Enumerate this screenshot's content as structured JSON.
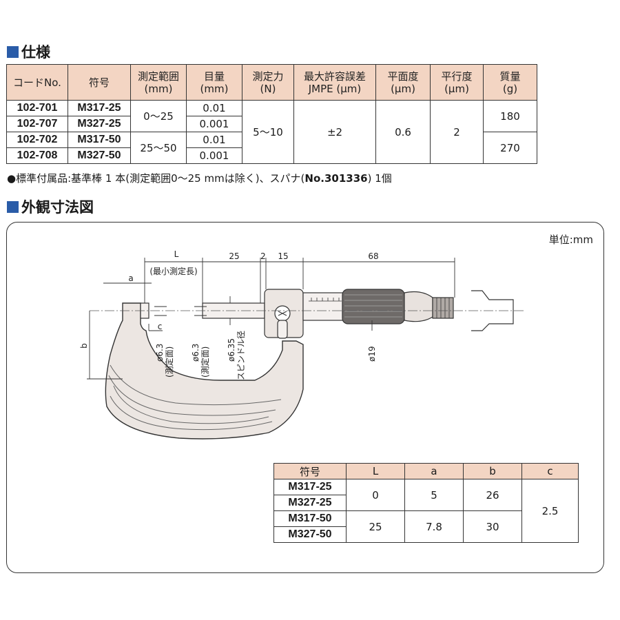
{
  "sections": {
    "spec": "仕様",
    "dims": "外観寸法図"
  },
  "spec_table": {
    "headers": [
      {
        "l1": "コードNo.",
        "l2": ""
      },
      {
        "l1": "符号",
        "l2": ""
      },
      {
        "l1": "測定範囲",
        "l2": "(mm)"
      },
      {
        "l1": "目量",
        "l2": "(mm)"
      },
      {
        "l1": "測定力",
        "l2": "(N)"
      },
      {
        "l1": "最大許容誤差",
        "l2": "JMPE (μm)"
      },
      {
        "l1": "平面度",
        "l2": "(μm)"
      },
      {
        "l1": "平行度",
        "l2": "(μm)"
      },
      {
        "l1": "質量",
        "l2": "(g)"
      }
    ],
    "rows": [
      {
        "code": "102-701",
        "symbol": "M317-25",
        "grad": "0.01"
      },
      {
        "code": "102-707",
        "symbol": "M327-25",
        "grad": "0.001"
      },
      {
        "code": "102-702",
        "symbol": "M317-50",
        "grad": "0.01"
      },
      {
        "code": "102-708",
        "symbol": "M327-50",
        "grad": "0.001"
      }
    ],
    "range_a": "0〜25",
    "range_b": "25〜50",
    "force": "5〜10",
    "error": "±2",
    "flatness": "0.6",
    "parallelism": "2",
    "mass_a": "180",
    "mass_b": "270"
  },
  "note": {
    "prefix": "●標準付属品:基準棒 1 本(測定範囲0〜25 mmは除く)、スパナ(",
    "bold": "No.301336",
    "suffix": ") 1個"
  },
  "drawing": {
    "unit": "単位:mm",
    "labels": {
      "L": "L",
      "l25": "25",
      "l2": "2",
      "l15": "15",
      "l68": "68",
      "a": "a",
      "b": "b",
      "c": "c",
      "min_len": "(最小測定長)",
      "d63a": "ø6.3",
      "face_a": "(測定面)",
      "d63b": "ø6.3",
      "face_b": "(測定面)",
      "d635": "ø6.35",
      "spindle": "スピンドル径",
      "d19": "ø19"
    }
  },
  "dim_table": {
    "headers": [
      "符号",
      "L",
      "a",
      "b",
      "c"
    ],
    "symbols": [
      "M317-25",
      "M327-25",
      "M317-50",
      "M327-50"
    ],
    "L_a": "0",
    "a_a": "5",
    "b_a": "26",
    "L_b": "25",
    "a_b": "7.8",
    "b_b": "30",
    "c": "2.5"
  }
}
